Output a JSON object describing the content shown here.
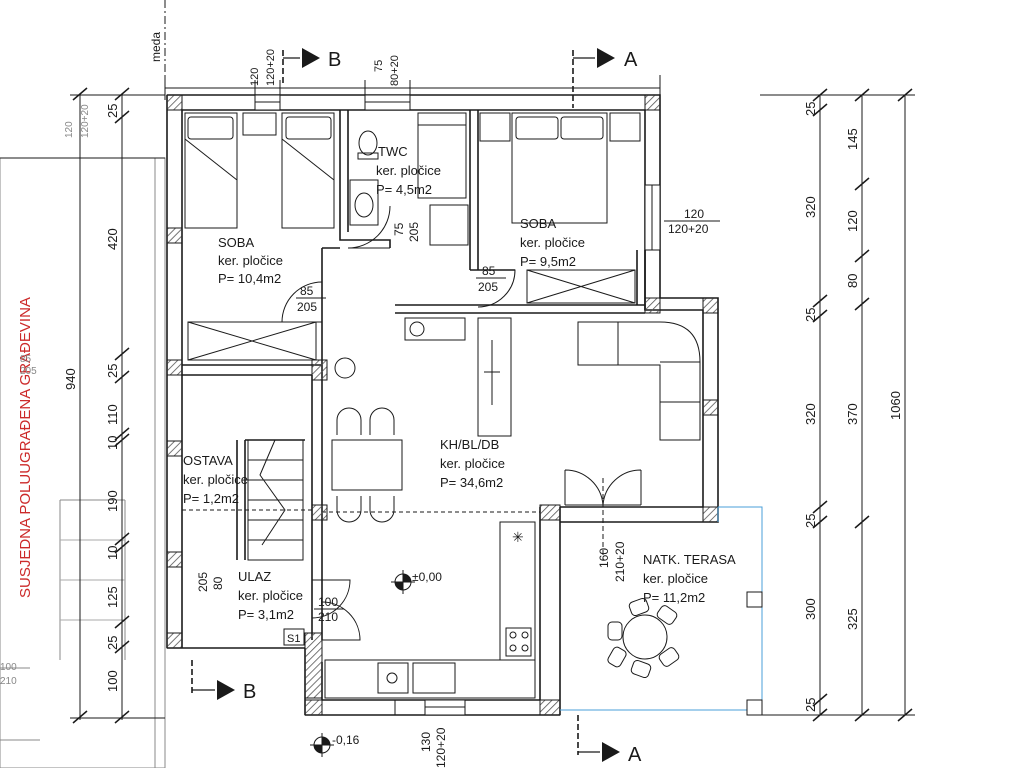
{
  "colors": {
    "ink": "#1a1a1a",
    "neighbor": "#cc2a2a",
    "terrace": "#4a9fd8",
    "hatch": "#555555"
  },
  "labels": {
    "meda": "meda",
    "neighbor": "SUSJEDNA POLUUGRAĐENA GRAĐEVINA",
    "tile": "ker. pločice",
    "sec_b": "B",
    "sec_a": "A",
    "s1": "S1"
  },
  "rooms": [
    {
      "id": "soba-1",
      "name": "SOBA",
      "area": "P= 10,4m2"
    },
    {
      "id": "twc",
      "name": "TWC",
      "area": "P= 4,5m2"
    },
    {
      "id": "soba-2",
      "name": "SOBA",
      "area": "P= 9,5m2"
    },
    {
      "id": "kitchen",
      "name": "KH/BL/DB",
      "area": "P= 34,6m2"
    },
    {
      "id": "ostava",
      "name": "OSTAVA",
      "area": "P= 1,2m2"
    },
    {
      "id": "ulaz",
      "name": "ULAZ",
      "area": "P= 3,1m2"
    },
    {
      "id": "terrace",
      "name": "NATK. TERASA",
      "area": "P= 11,2m2"
    }
  ],
  "levels": {
    "floor": "±0,00",
    "outside": "-0,16"
  },
  "openings": {
    "win_top_left": [
      "120",
      "120+20"
    ],
    "win_top_mid": [
      "75",
      "80+20"
    ],
    "win_right": [
      "120",
      "120+20"
    ],
    "win_terrace": [
      "160",
      "210+20"
    ],
    "win_bottom": [
      "130",
      "120+20"
    ],
    "win_left_top": [
      "120",
      "120+20"
    ],
    "door_soba1": [
      "85",
      "205"
    ],
    "door_soba2": [
      "85",
      "205"
    ],
    "door_twc": [
      "75",
      "205"
    ],
    "door_ostava": [
      "80",
      "205"
    ],
    "door_entry": [
      "100",
      "210"
    ],
    "door_left": [
      "100",
      "210"
    ],
    "door_left2": [
      "85",
      "205"
    ]
  },
  "dims": {
    "left_col": [
      "25",
      "420",
      "25",
      "110",
      "10",
      "190",
      "10",
      "125",
      "25",
      "100"
    ],
    "left_total": "940",
    "right_col1": [
      "25",
      "320",
      "25",
      "320",
      "25",
      "300",
      "25"
    ],
    "right_col2": [
      "145",
      "120",
      "80",
      "370",
      "325"
    ],
    "right_total": "1060"
  }
}
